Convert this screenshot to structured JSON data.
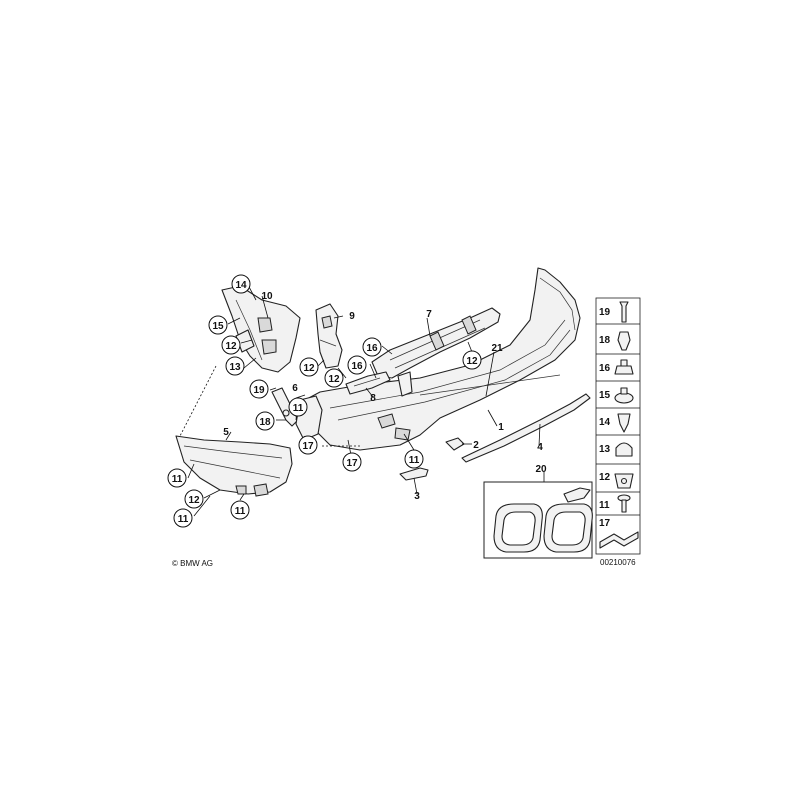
{
  "copyright": "© BMW AG",
  "diagram_number": "00210076",
  "legend_numbers": [
    "19",
    "18",
    "16",
    "15",
    "14",
    "13",
    "12",
    "11",
    "17"
  ],
  "callouts": {
    "c14_top": "14",
    "c10": "10",
    "c15_left": "15",
    "c12_left": "12",
    "c13": "13",
    "c9": "9",
    "c12_b9": "12",
    "c16_a": "16",
    "c7": "7",
    "c16_b": "16",
    "c12_b7": "12",
    "c21": "21",
    "c8": "8",
    "c19": "19",
    "c6": "6",
    "c12_mid": "12",
    "c18": "18",
    "c11_a": "11",
    "c17_a": "17",
    "c17_b": "17",
    "c5": "5",
    "c1": "1",
    "c2": "2",
    "c4": "4",
    "c11_b": "11",
    "c3": "3",
    "c20": "20",
    "c11_c": "11",
    "c12_bl": "12",
    "c11_d": "11",
    "c11_e": "11"
  },
  "accent_color": "#111111"
}
